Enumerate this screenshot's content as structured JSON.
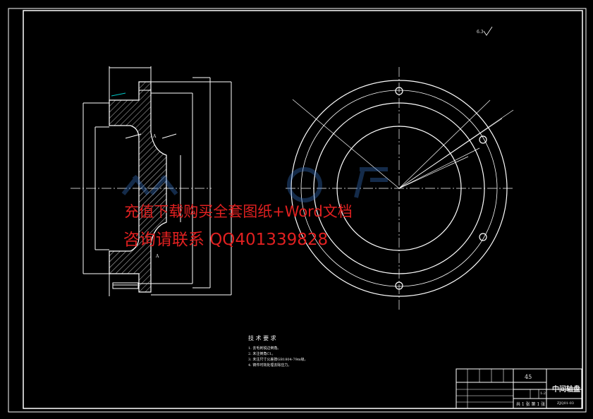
{
  "drawing": {
    "roughness_symbol": "6.3",
    "tech_req_title": "技 术 要 求",
    "tech_req_items": [
      "1. 去毛刺锐边倒角。",
      "2. 未注倒角C1。",
      "3. 未注尺寸公差按GB1804-79m级。",
      "4. 铸件时效处理去除应力。"
    ],
    "section_labels": [
      "A",
      "A"
    ],
    "title_block": {
      "part_name": "中间轴盘",
      "material": "45",
      "drawing_no": "ZJQ01-03",
      "scale": "1:2",
      "sheet": "共 1 张 第 1 张"
    }
  },
  "watermark": {
    "line1": "充值下载购买全套图纸+Word文档",
    "line2": "咨询请联系 QQ401339828",
    "color": "#e02020"
  },
  "colors": {
    "background": "#000000",
    "line": "#ffffff",
    "dimension": "#ffffff",
    "accent": "#00c8c8"
  }
}
